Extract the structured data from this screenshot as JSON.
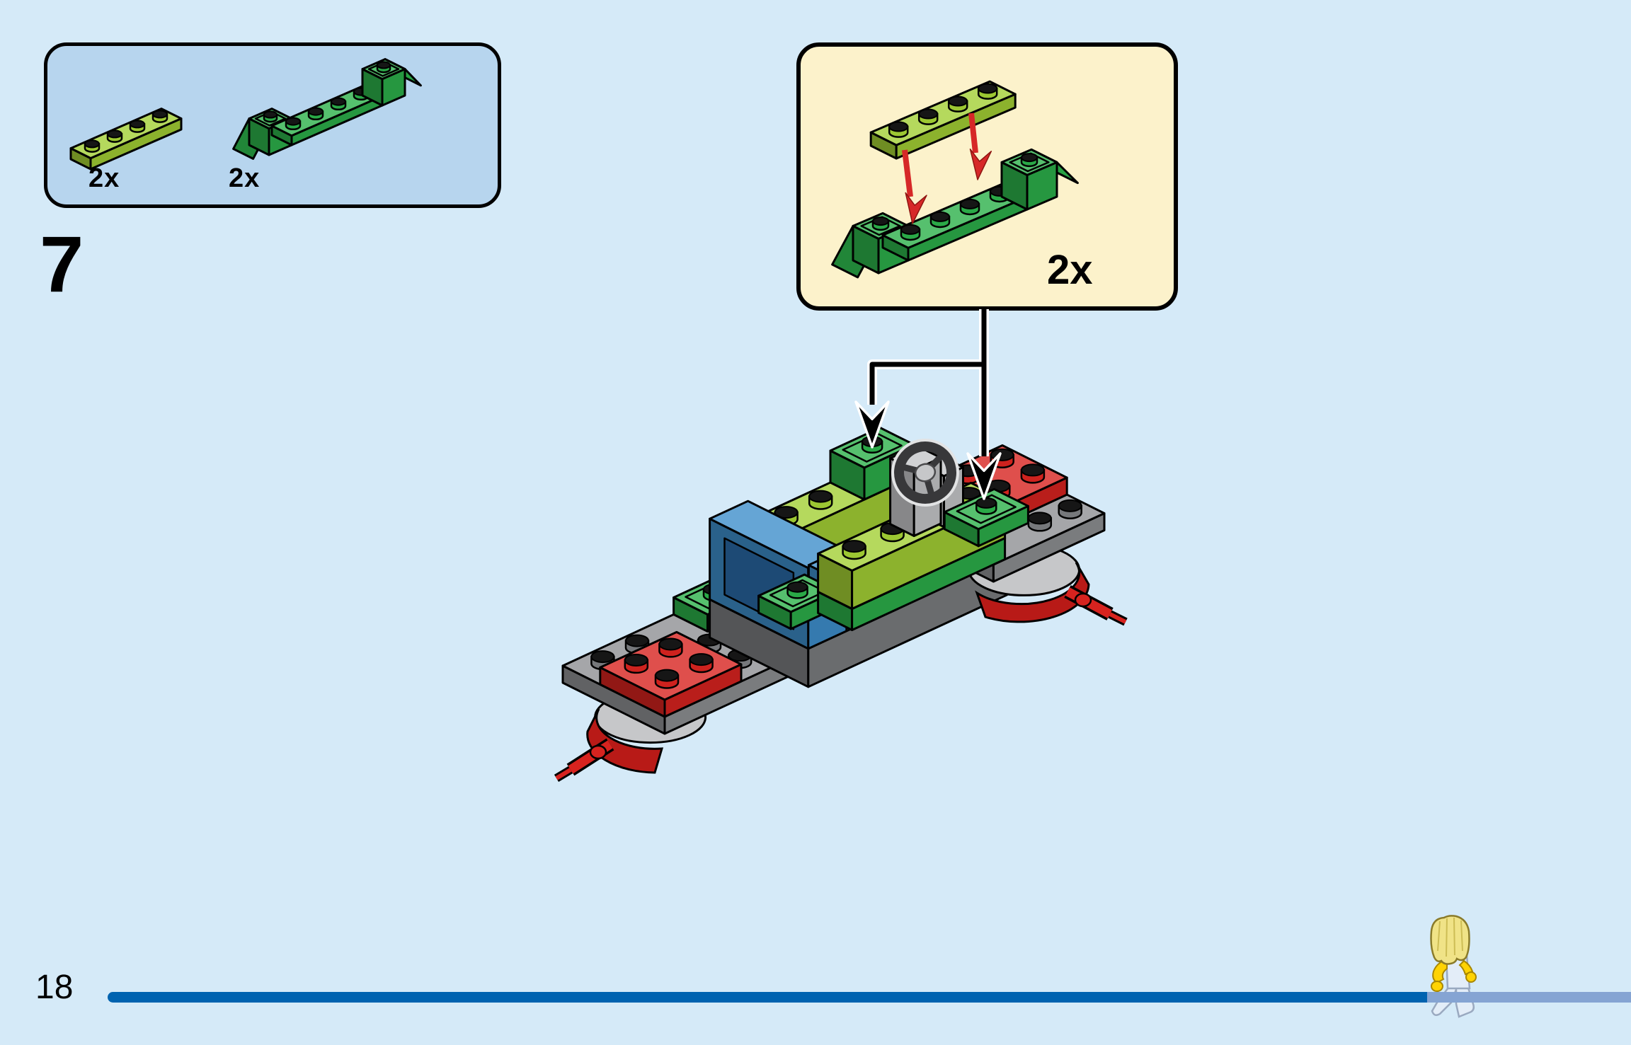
{
  "page": {
    "step_number": "7",
    "page_number": "18"
  },
  "parts_panel": {
    "parts": [
      {
        "name": "lime-plate-1x4",
        "count_label": "2x"
      },
      {
        "name": "green-inverted-slope-6x1",
        "count_label": "2x"
      }
    ]
  },
  "assembly_callout": {
    "count_label": "2x"
  },
  "colors": {
    "background": "#d5eaf8",
    "panel_fill": "#b7d5ee",
    "callout_fill": "#fcf2cb",
    "outline": "#000000",
    "bar_filled": "#0063b0",
    "bar_remaining": "#85a4d3",
    "arrow_black": "#000000",
    "arrow_red": "#d62828",
    "lego_lime": "#a3cf34",
    "lego_green": "#2cb04a",
    "lego_red": "#d7231f",
    "lego_red_dark": "#b81a17",
    "lego_blue": "#3e8ecb",
    "lego_gray": "#8e9093",
    "lego_gray_dark": "#7b7d80",
    "lego_light_gray": "#c6c7c9",
    "wheel_dark": "#38383a",
    "stud_top": "#161616",
    "minifig_hair": "#f0e387",
    "minifig_yellow": "#ffd303",
    "minifig_clothes": "#e3edf8"
  }
}
